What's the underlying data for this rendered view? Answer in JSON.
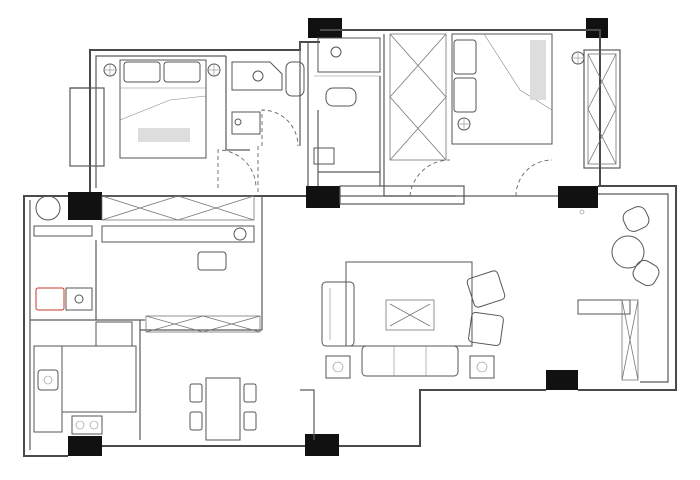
{
  "plan": {
    "style": "black-and-white CAD floor plan",
    "colors": {
      "wall": "#5a5a5a",
      "column": "#111111",
      "background": "#ffffff",
      "accent": "#c0392b"
    },
    "rooms": [
      {
        "id": "bedroom-left",
        "label": ""
      },
      {
        "id": "bathroom-1",
        "label": ""
      },
      {
        "id": "bathroom-2",
        "label": ""
      },
      {
        "id": "master-bedroom",
        "label": ""
      },
      {
        "id": "balcony-left",
        "label": ""
      },
      {
        "id": "corridor-storage",
        "label": ""
      },
      {
        "id": "kitchen",
        "label": ""
      },
      {
        "id": "dining",
        "label": ""
      },
      {
        "id": "living-room",
        "label": ""
      },
      {
        "id": "balcony-right",
        "label": ""
      }
    ]
  }
}
